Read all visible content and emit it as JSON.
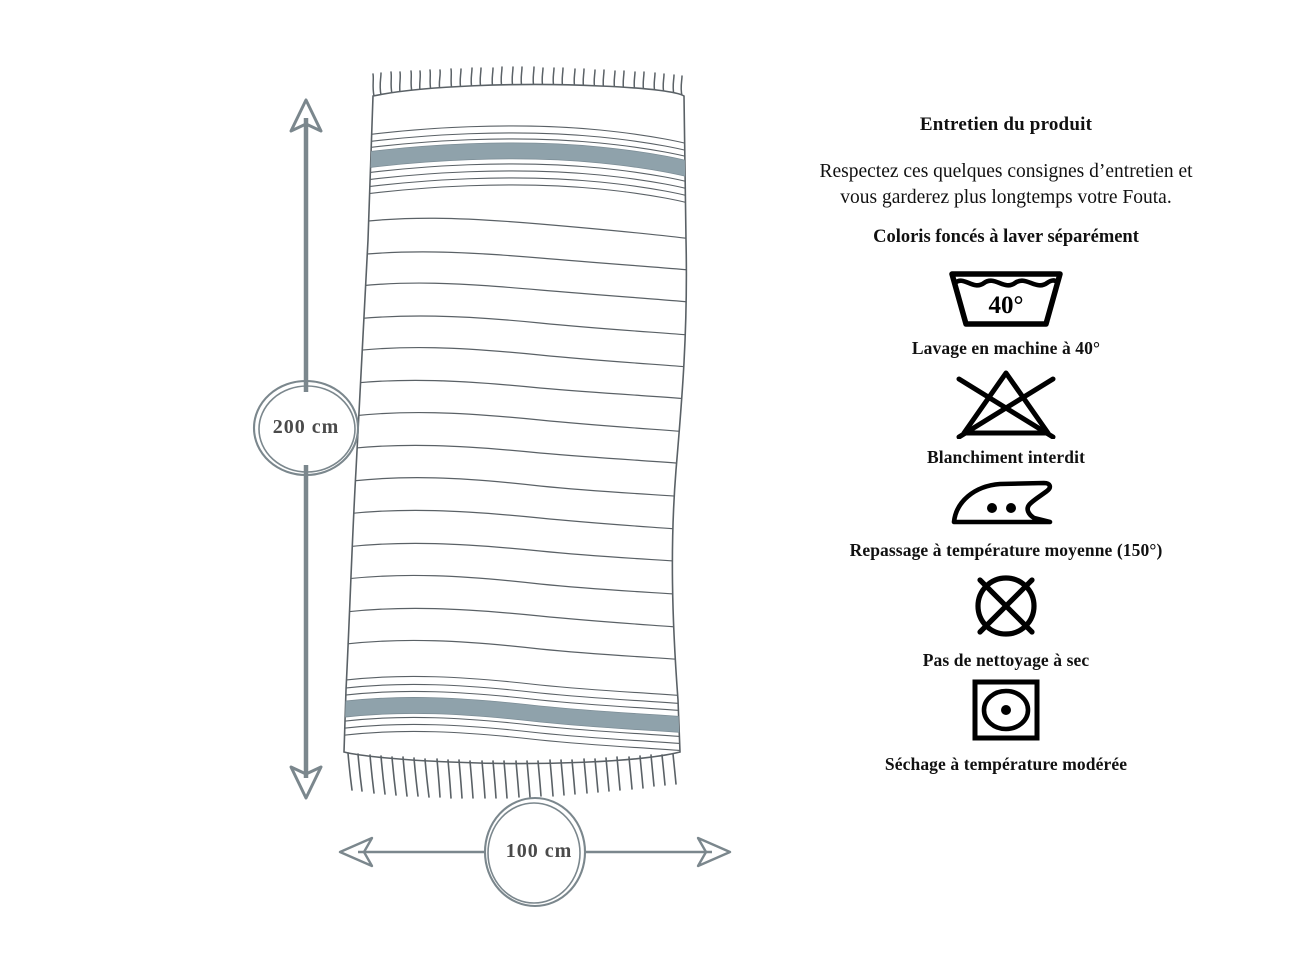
{
  "colors": {
    "ink": "#000000",
    "line_gray": "#5a6166",
    "stripe_fill": "#8fa2ab",
    "dimension_gray": "#7b878d",
    "label_text": "#4a4a4a",
    "background": "#ffffff"
  },
  "product": {
    "illustration_name": "fouta-towel-illustration",
    "dimensions": {
      "height_label": "200 cm",
      "width_label": "100 cm"
    }
  },
  "care": {
    "title": "Entretien du produit",
    "intro_line_1": "Respectez ces quelques consignes d’entretien et",
    "intro_line_2": "vous garderez plus longtemps votre Fouta.",
    "warning": "Coloris foncés à laver séparément",
    "symbols": [
      {
        "icon": "machine-wash-40-icon",
        "value": "40°",
        "caption": "Lavage en machine à 40°"
      },
      {
        "icon": "do-not-bleach-icon",
        "value": "",
        "caption": "Blanchiment interdit"
      },
      {
        "icon": "iron-medium-two-dots-icon",
        "value": "",
        "caption": "Repassage à température moyenne (150°)"
      },
      {
        "icon": "do-not-dry-clean-icon",
        "value": "",
        "caption": "Pas de nettoyage à sec"
      },
      {
        "icon": "tumble-dry-low-icon",
        "value": "",
        "caption": "Séchage à température modérée"
      }
    ]
  }
}
